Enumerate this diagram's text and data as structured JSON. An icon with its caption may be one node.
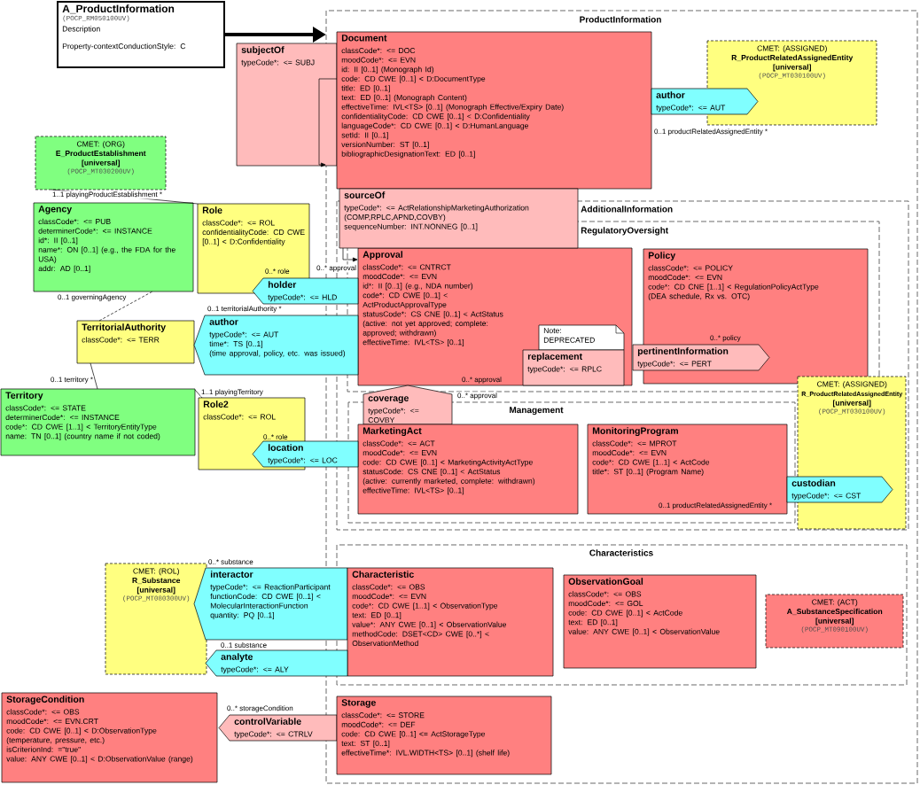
{
  "diagram": {
    "nodes": [
      {
        "text": [
          "A_ProductInformation",
          "(POCP_RM050100UV)",
          "Description",
          "Property-contextConductionStyle: C"
        ]
      },
      {
        "text": [
          "ProductInformation"
        ]
      },
      {
        "text": [
          "subjectOf",
          "typeCode*: <= SUBJ"
        ]
      },
      {
        "text": [
          "Document",
          "classCode*: <= DOC",
          "moodCode*: <= EVN",
          "id: II [0..1] (Monograph Id)",
          "code: CD CWE [0..1] < D:DocumentType",
          "title: ED [0..1]",
          "text: ED [0..1] (Monograph Content)",
          "effectiveTime: IVL<TS> [0..1] (Monograph Effective/Expiry Date)",
          "confidentialityCode: CD CWE [0..1] < D:Confidentiality",
          "languageCode*: CD CWE [0..1] < D:HumanLanguage",
          "setId: II [0..1]",
          "versionNumber: ST [0..1]",
          "bibliographicDesignationText: ED [0..1]"
        ],
        "in": 1
      },
      {
        "text": [
          "author",
          "typeCode*: <= AUT"
        ],
        "in": 1
      },
      {
        "text": [
          "CMET: (ASSIGNED)",
          "R_ProductRelatedAssignedEntity",
          "[universal]",
          "(POCP_MT030100UV)"
        ],
        "in": 1
      },
      {
        "text": [
          "CMET: (ORG)",
          "E_ProductEstablishment",
          "[universal]",
          "(POCP_MT030200UV)"
        ]
      },
      {
        "text": [
          "Agency",
          "classCode*: <= PUB",
          "determinerCode*: <= INSTANCE",
          "id*: II [0..1]",
          "name*: ON [0..1] (e.g., the FDA for the USA)",
          "addr: AD [0..1]"
        ]
      },
      {
        "text": [
          "Role",
          "classCode*: <= ROL",
          "confidentialityCode: CD CWE [0..1] < D:Confidentiality"
        ]
      },
      {
        "text": [
          "sourceOf",
          "typeCode*: <= ActRelationshipMarketingAuthorization (COMP,RPLC,APND,COVBY)",
          "sequenceNumber: INT.NONNEG [0..1]"
        ],
        "in": 1
      },
      {
        "text": [
          "AdditionalInformation"
        ],
        "in": 1
      },
      {
        "text": [
          "RegulatoryOversight"
        ],
        "in": 10
      },
      {
        "text": [
          "Approval",
          "classCode*: <= CNTRCT",
          "moodCode*: <= EVN",
          "id*: II [0..1] (e.g., NDA number)",
          "code*: CD CWE [0..1] < ActProductApprovalType",
          "statusCode*: CS CNE [0..1] < ActStatus (active: not yet approved; complete: approved; withdrawn)",
          "effectiveTime: IVL<TS> [0..1]"
        ],
        "in": 11
      },
      {
        "text": [
          "Policy",
          "classCode*: <= POLICY",
          "moodCode*: <= EVN",
          "code*: CD CNE [1..1] < RegulationPolicyActType",
          "(DEA schedule, Rx vs. OTC)"
        ],
        "in": 11
      },
      {
        "text": [
          "holder",
          "typeCode*: <= HLD"
        ]
      },
      {
        "text": [
          "TerritorialAuthority",
          "classCode*: <= TERR"
        ]
      },
      {
        "text": [
          "author",
          "typeCode*: <= AUT",
          "time*: TS [0..1]",
          "(time approval, policy, etc. was issued)"
        ]
      },
      {
        "text": [
          "Note:",
          "DEPRECATED"
        ],
        "in": 12
      },
      {
        "text": [
          "replacement",
          "typeCode*: <= RPLC"
        ],
        "in": 12
      },
      {
        "text": [
          "pertinentInformation",
          "typeCode*: <= PERT"
        ],
        "in": 11
      },
      {
        "text": [
          "Territory",
          "classCode*: <= STATE",
          "determinerCode*: <= INSTANCE",
          "code*: CD CWE [1..1] < TerritoryEntityType",
          "name: TN [0..1] (country name if not coded)"
        ]
      },
      {
        "text": [
          "Role2",
          "classCode*: <= ROL"
        ]
      },
      {
        "text": [
          "coverage",
          "typeCode*: <= COVBY"
        ],
        "in": 10
      },
      {
        "text": [
          "Management"
        ],
        "in": 10
      },
      {
        "text": [
          "MarketingAct",
          "classCode*: <= ACT",
          "moodCode*: <= EVN",
          "code: CD CWE [0..1] < MarketingActivityActType",
          "statusCode: CS CNE [0..1] < ActStatus",
          "(active: currently marketed, complete: withdrawn)",
          "effectiveTime: IVL<TS> [0..1]"
        ],
        "in": 23
      },
      {
        "text": [
          "MonitoringProgram",
          "classCode*: <= MPROT",
          "moodCode*: <= EVN",
          "code*: CD CWE [1..1] < ActCode",
          "title*: ST [0..1] (Program Name)"
        ],
        "in": 23
      },
      {
        "text": [
          "CMET: (ASSIGNED)",
          "R_ProductRelatedAssignedEntity",
          "[universal]",
          "(POCP_MT030100UV)"
        ],
        "in": 10
      },
      {
        "text": [
          "custodian",
          "typeCode*: <= CST"
        ],
        "in": 10
      },
      {
        "text": [
          "location",
          "typeCode*: <= LOC"
        ]
      },
      {
        "text": [
          "Characteristics"
        ],
        "in": 1
      },
      {
        "text": [
          "CMET: (ROL)",
          "R_Substance",
          "[universal]",
          "(POCP_MT080300UV)"
        ]
      },
      {
        "text": [
          "interactor",
          "typeCode*: <= ReactionParticipant",
          "functionCode: CD CWE [0..1] < MolecularInteractionFunction",
          "quantity: PQ [0..1]"
        ]
      },
      {
        "text": [
          "Characteristic",
          "classCode*: <= OBS",
          "moodCode*: <= EVN",
          "code*: CD CWE [1..1] < ObservationType",
          "text: ED [0..1]",
          "value*: ANY CWE [0..1] < ObservationValue",
          "methodCode: DSET<CD> CWE [0..*] < ObservationMethod"
        ],
        "in": 29
      },
      {
        "text": [
          "ObservationGoal",
          "classCode*: <= OBS",
          "moodCode*: <= GOL",
          "code: CD CWE [0..1] < ActCode",
          "text: ED [0..1]",
          "value: ANY CWE [0..1] < ObservationValue"
        ],
        "in": 29
      },
      {
        "text": [
          "CMET: (ACT)",
          "A_SubstanceSpecification",
          "[universal]",
          "(POCP_MT090100UV)"
        ],
        "in": 29
      },
      {
        "text": [
          "analyte",
          "typeCode*: <= ALY"
        ]
      },
      {
        "text": [
          "StorageCondition",
          "classCode*: <= OBS",
          "moodCode*: <= EVN.CRT",
          "code: CD CWE [0..1] < D:ObservationType",
          "(temperature, pressure, etc.)",
          "isCriterionInd: =\"true\"",
          "value: ANY CWE [0..1] < D:ObservationValue (range)"
        ]
      },
      {
        "text": [
          "controlVariable",
          "typeCode*: <= CTRLV"
        ]
      },
      {
        "text": [
          "Storage",
          "classCode*: <= STORE",
          "moodCode*: <= DEF",
          "code: CD CWE [0..1] <= ActStorageType",
          "text: ST [0..1]",
          "effectiveTime*: IVL.WIDTH<TS> [0..1] (shelf life)"
        ],
        "in": 1
      }
    ],
    "edges": [
      {
        "from": 0,
        "to": 1,
        "arrow": "to",
        "style": "thick"
      },
      {
        "from": 2,
        "to": 1,
        "arrow": "to"
      },
      {
        "from": 9,
        "to": 12,
        "arrow": "to",
        "label": "0..* approval"
      },
      {
        "from": 8,
        "to": 6,
        "arrow": "none",
        "label": "1..1 playingProductEstablishment *"
      },
      {
        "from": 15,
        "to": 7,
        "arrow": "none",
        "style": "dashed",
        "label": "0..1 governingAgency"
      },
      {
        "from": 15,
        "to": 20,
        "arrow": "none",
        "label": "0..1 territory *"
      },
      {
        "from": 21,
        "to": 20,
        "arrow": "none",
        "label": "1..1 playingTerritory"
      }
    ],
    "labels": [
      "0..1 productRelatedAssignedEntity *",
      "0..* role",
      "0..1 territorialAuthority *",
      "0..* policy",
      "0..* approval",
      "0..* approval",
      "0..1 productRelatedAssignedEntity *",
      "0..* role",
      "0..* substance",
      "0..1 substance",
      "0..* storageCondition"
    ]
  }
}
